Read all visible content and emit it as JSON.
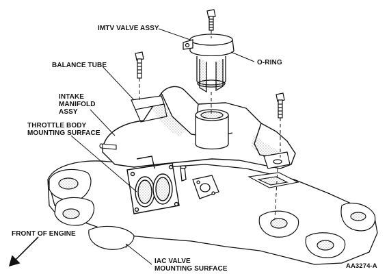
{
  "labels": {
    "imtv_valve_assy": "IMTV VALVE ASSY",
    "o_ring": "O-RING",
    "balance_tube": "BALANCE TUBE",
    "intake_manifold_assy": [
      "INTAKE",
      "MANIFOLD",
      "ASSY"
    ],
    "throttle_body_mounting_surface": [
      "THROTTLE BODY",
      "MOUNTING SURFACE"
    ],
    "front_of_engine": "FRONT OF ENGINE",
    "iac_valve_mounting_surface": [
      "IAC VALVE",
      "MOUNTING SURFACE"
    ]
  },
  "figure_code": "AA3274-A",
  "colors": {
    "ink": "#111111",
    "paper": "#ffffff",
    "shade": "#d9d9d9"
  }
}
